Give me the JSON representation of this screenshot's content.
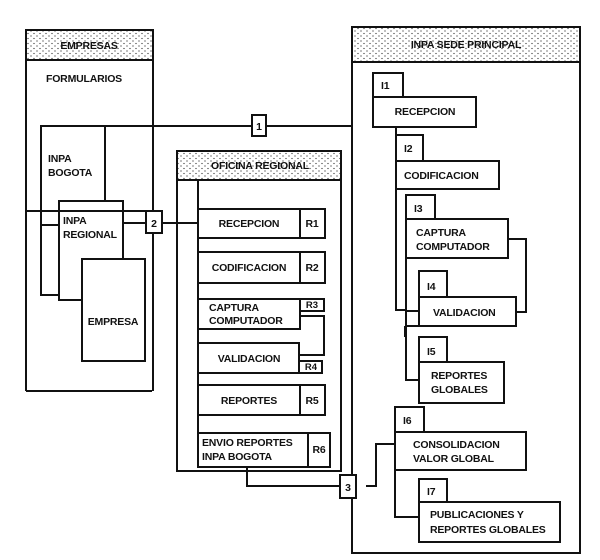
{
  "empresas": {
    "title": "EMPRESAS",
    "formularios": "FORMULARIOS",
    "inpa_bogota": [
      "INPA",
      "BOGOTA"
    ],
    "inpa_regional": [
      "INPA",
      "REGIONAL"
    ],
    "empresa": "EMPRESA"
  },
  "connectors": {
    "c1": "1",
    "c2": "2",
    "c3": "3"
  },
  "oficina_regional": {
    "title": "OFICINA REGIONAL",
    "steps": [
      {
        "code": "R1",
        "lines": [
          "RECEPCION"
        ]
      },
      {
        "code": "R2",
        "lines": [
          "CODIFICACION"
        ]
      },
      {
        "code": "R3",
        "lines": [
          "CAPTURA",
          "COMPUTADOR"
        ]
      },
      {
        "code": "R4",
        "lines": [
          "VALIDACION"
        ]
      },
      {
        "code": "R5",
        "lines": [
          "REPORTES"
        ]
      },
      {
        "code": "R6",
        "lines": [
          "ENVIO REPORTES",
          "INPA BOGOTA"
        ]
      }
    ]
  },
  "inpa_sede": {
    "title": "INPA SEDE PRINCIPAL",
    "steps": [
      {
        "code": "I1",
        "lines": [
          "RECEPCION"
        ]
      },
      {
        "code": "I2",
        "lines": [
          "CODIFICACION"
        ]
      },
      {
        "code": "I3",
        "lines": [
          "CAPTURA",
          "COMPUTADOR"
        ]
      },
      {
        "code": "I4",
        "lines": [
          "VALIDACION"
        ]
      },
      {
        "code": "I5",
        "lines": [
          "REPORTES",
          "GLOBALES"
        ]
      },
      {
        "code": "I6",
        "lines": [
          "CONSOLIDACION",
          "VALOR GLOBAL"
        ]
      },
      {
        "code": "I7",
        "lines": [
          "PUBLICACIONES Y",
          "REPORTES GLOBALES"
        ]
      }
    ]
  }
}
